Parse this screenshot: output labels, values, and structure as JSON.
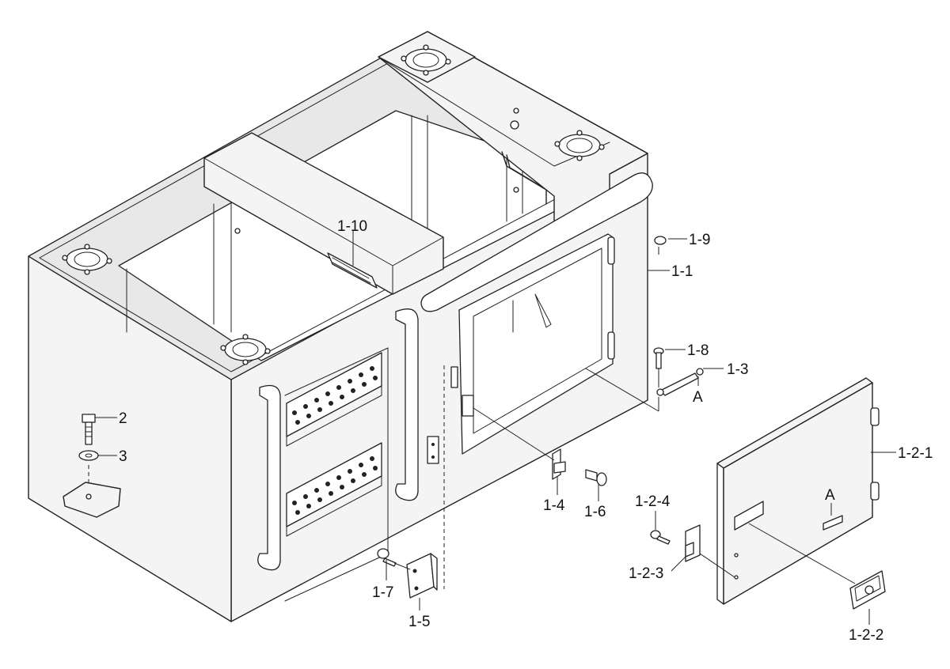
{
  "labels": {
    "l_1_10": "1-10",
    "l_1_9": "1-9",
    "l_1_1": "1-1",
    "l_1_8": "1-8",
    "l_1_3": "1-3",
    "l_A_1": "A",
    "l_2": "2",
    "l_3": "3",
    "l_1_4": "1-4",
    "l_1_6": "1-6",
    "l_1_2_1": "1-2-1",
    "l_1_2_4": "1-2-4",
    "l_A_2": "A",
    "l_1_2_3": "1-2-3",
    "l_1_7": "1-7",
    "l_1_5": "1-5",
    "l_1_2_2": "1-2-2"
  }
}
